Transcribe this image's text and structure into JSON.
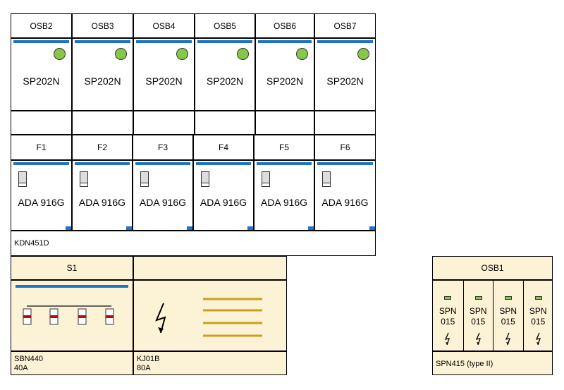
{
  "osb_row": [
    {
      "header": "OSB2",
      "model": "SP202N"
    },
    {
      "header": "OSB3",
      "model": "SP202N"
    },
    {
      "header": "OSB4",
      "model": "SP202N"
    },
    {
      "header": "OSB5",
      "model": "SP202N"
    },
    {
      "header": "OSB6",
      "model": "SP202N"
    },
    {
      "header": "OSB7",
      "model": "SP202N"
    }
  ],
  "f_row": [
    {
      "header": "F1",
      "model": "ADA 916G"
    },
    {
      "header": "F2",
      "model": "ADA 916G"
    },
    {
      "header": "F3",
      "model": "ADA 916G"
    },
    {
      "header": "F4",
      "model": "ADA 916G"
    },
    {
      "header": "F5",
      "model": "ADA 916G"
    },
    {
      "header": "F6",
      "model": "ADA 916G"
    }
  ],
  "kdn_label": "KDN451D",
  "s1": {
    "header": "S1",
    "line1": "SBN440",
    "line2": "40A"
  },
  "kj": {
    "header": "",
    "line1": "KJ01B",
    "line2": "80A"
  },
  "osb1": {
    "header": "OSB1",
    "modules": [
      {
        "line1": "SPN",
        "line2": "015"
      },
      {
        "line1": "SPN",
        "line2": "015"
      },
      {
        "line1": "SPN",
        "line2": "015"
      },
      {
        "line1": "SPN",
        "line2": "015"
      }
    ],
    "footer": "SPN415 (type II)"
  },
  "colors": {
    "accent_blue": "#1f73c7",
    "indicator_green": "#86c84a",
    "beige": "#fcf2d6",
    "busbar_gold": "#c9a020",
    "contact_red": "#b01010"
  }
}
